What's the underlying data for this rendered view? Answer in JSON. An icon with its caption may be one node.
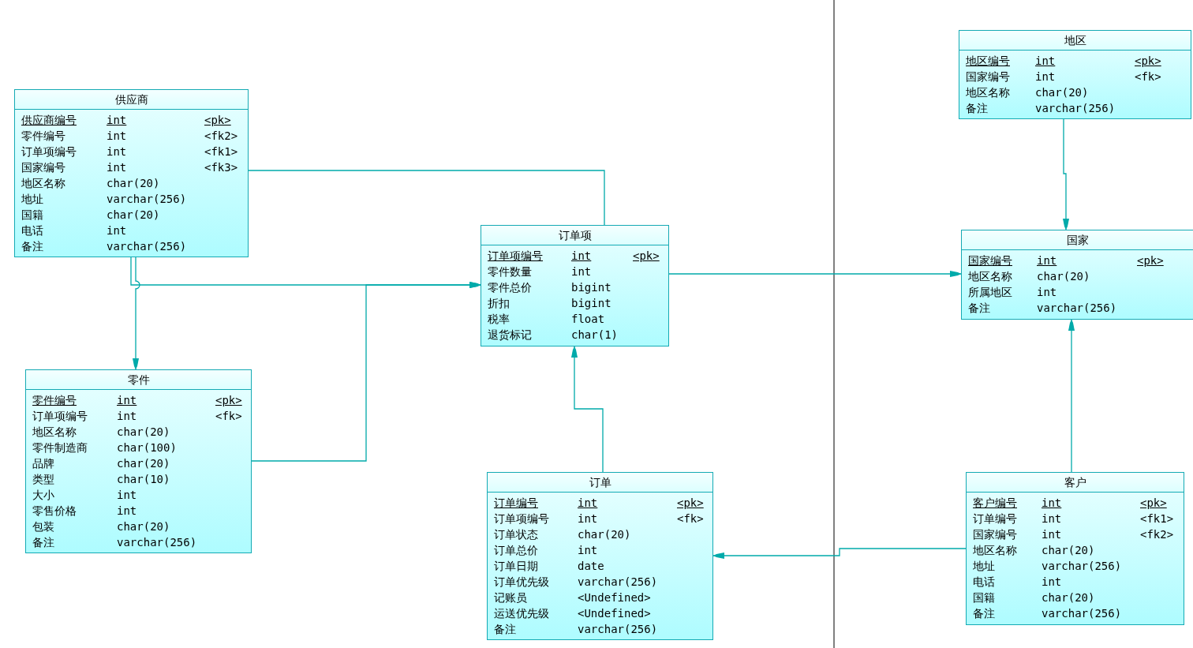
{
  "diagram": {
    "nodes": [
      {
        "text": [
          "地区",
          "地区编号",
          "int",
          "<pk>",
          "国家编号",
          "int",
          "<fk>",
          "地区名称",
          "char(20)",
          "备注",
          "varchar(256)"
        ]
      },
      {
        "text": [
          "供应商",
          "供应商编号",
          "int",
          "<pk>",
          "零件编号",
          "int",
          "<fk2>",
          "订单项编号",
          "int",
          "<fk1>",
          "国家编号",
          "int",
          "<fk3>",
          "地区名称",
          "char(20)",
          "地址",
          "varchar(256)",
          "国籍",
          "char(20)",
          "电话",
          "int",
          "备注",
          "varchar(256)"
        ]
      },
      {
        "text": [
          "订单项",
          "订单项编号",
          "int",
          "<pk>",
          "零件数量",
          "int",
          "零件总价",
          "bigint",
          "折扣",
          "bigint",
          "税率",
          "float",
          "退货标记",
          "char(1)"
        ]
      },
      {
        "text": [
          "国家",
          "国家编号",
          "int",
          "<pk>",
          "地区名称",
          "char(20)",
          "所属地区",
          "int",
          "备注",
          "varchar(256)"
        ]
      },
      {
        "text": [
          "零件",
          "零件编号",
          "int",
          "<pk>",
          "订单项编号",
          "int",
          "<fk>",
          "地区名称",
          "char(20)",
          "零件制造商",
          "char(100)",
          "品牌",
          "char(20)",
          "类型",
          "char(10)",
          "大小",
          "int",
          "零售价格",
          "int",
          "包装",
          "char(20)",
          "备注",
          "varchar(256)"
        ]
      },
      {
        "text": [
          "订单",
          "订单编号",
          "int",
          "<pk>",
          "订单项编号",
          "int",
          "<fk>",
          "订单状态",
          "char(20)",
          "订单总价",
          "int",
          "订单日期",
          "date",
          "订单优先级",
          "varchar(256)",
          "记账员",
          "<Undefined>",
          "运送优先级",
          "<Undefined>",
          "备注",
          "varchar(256)"
        ]
      },
      {
        "text": [
          "客户",
          "客户编号",
          "int",
          "<pk>",
          "订单编号",
          "int",
          "<fk1>",
          "国家编号",
          "int",
          "<fk2>",
          "地区名称",
          "char(20)",
          "地址",
          "varchar(256)",
          "电话",
          "int",
          "国籍",
          "char(20)",
          "备注",
          "varchar(256)"
        ]
      }
    ],
    "edges": [
      {
        "from": 1,
        "to": 4,
        "arrow": "to"
      },
      {
        "from": 1,
        "to": 2,
        "arrow": "to"
      },
      {
        "from": 4,
        "to": 2,
        "arrow": "to"
      },
      {
        "from": 1,
        "to": 2,
        "arrow": "none"
      },
      {
        "from": 5,
        "to": 2,
        "arrow": "to"
      },
      {
        "from": 2,
        "to": 3,
        "arrow": "to"
      },
      {
        "from": 0,
        "to": 3,
        "arrow": "to"
      },
      {
        "from": 6,
        "to": 3,
        "arrow": "to"
      },
      {
        "from": 6,
        "to": 5,
        "arrow": "to"
      }
    ]
  }
}
